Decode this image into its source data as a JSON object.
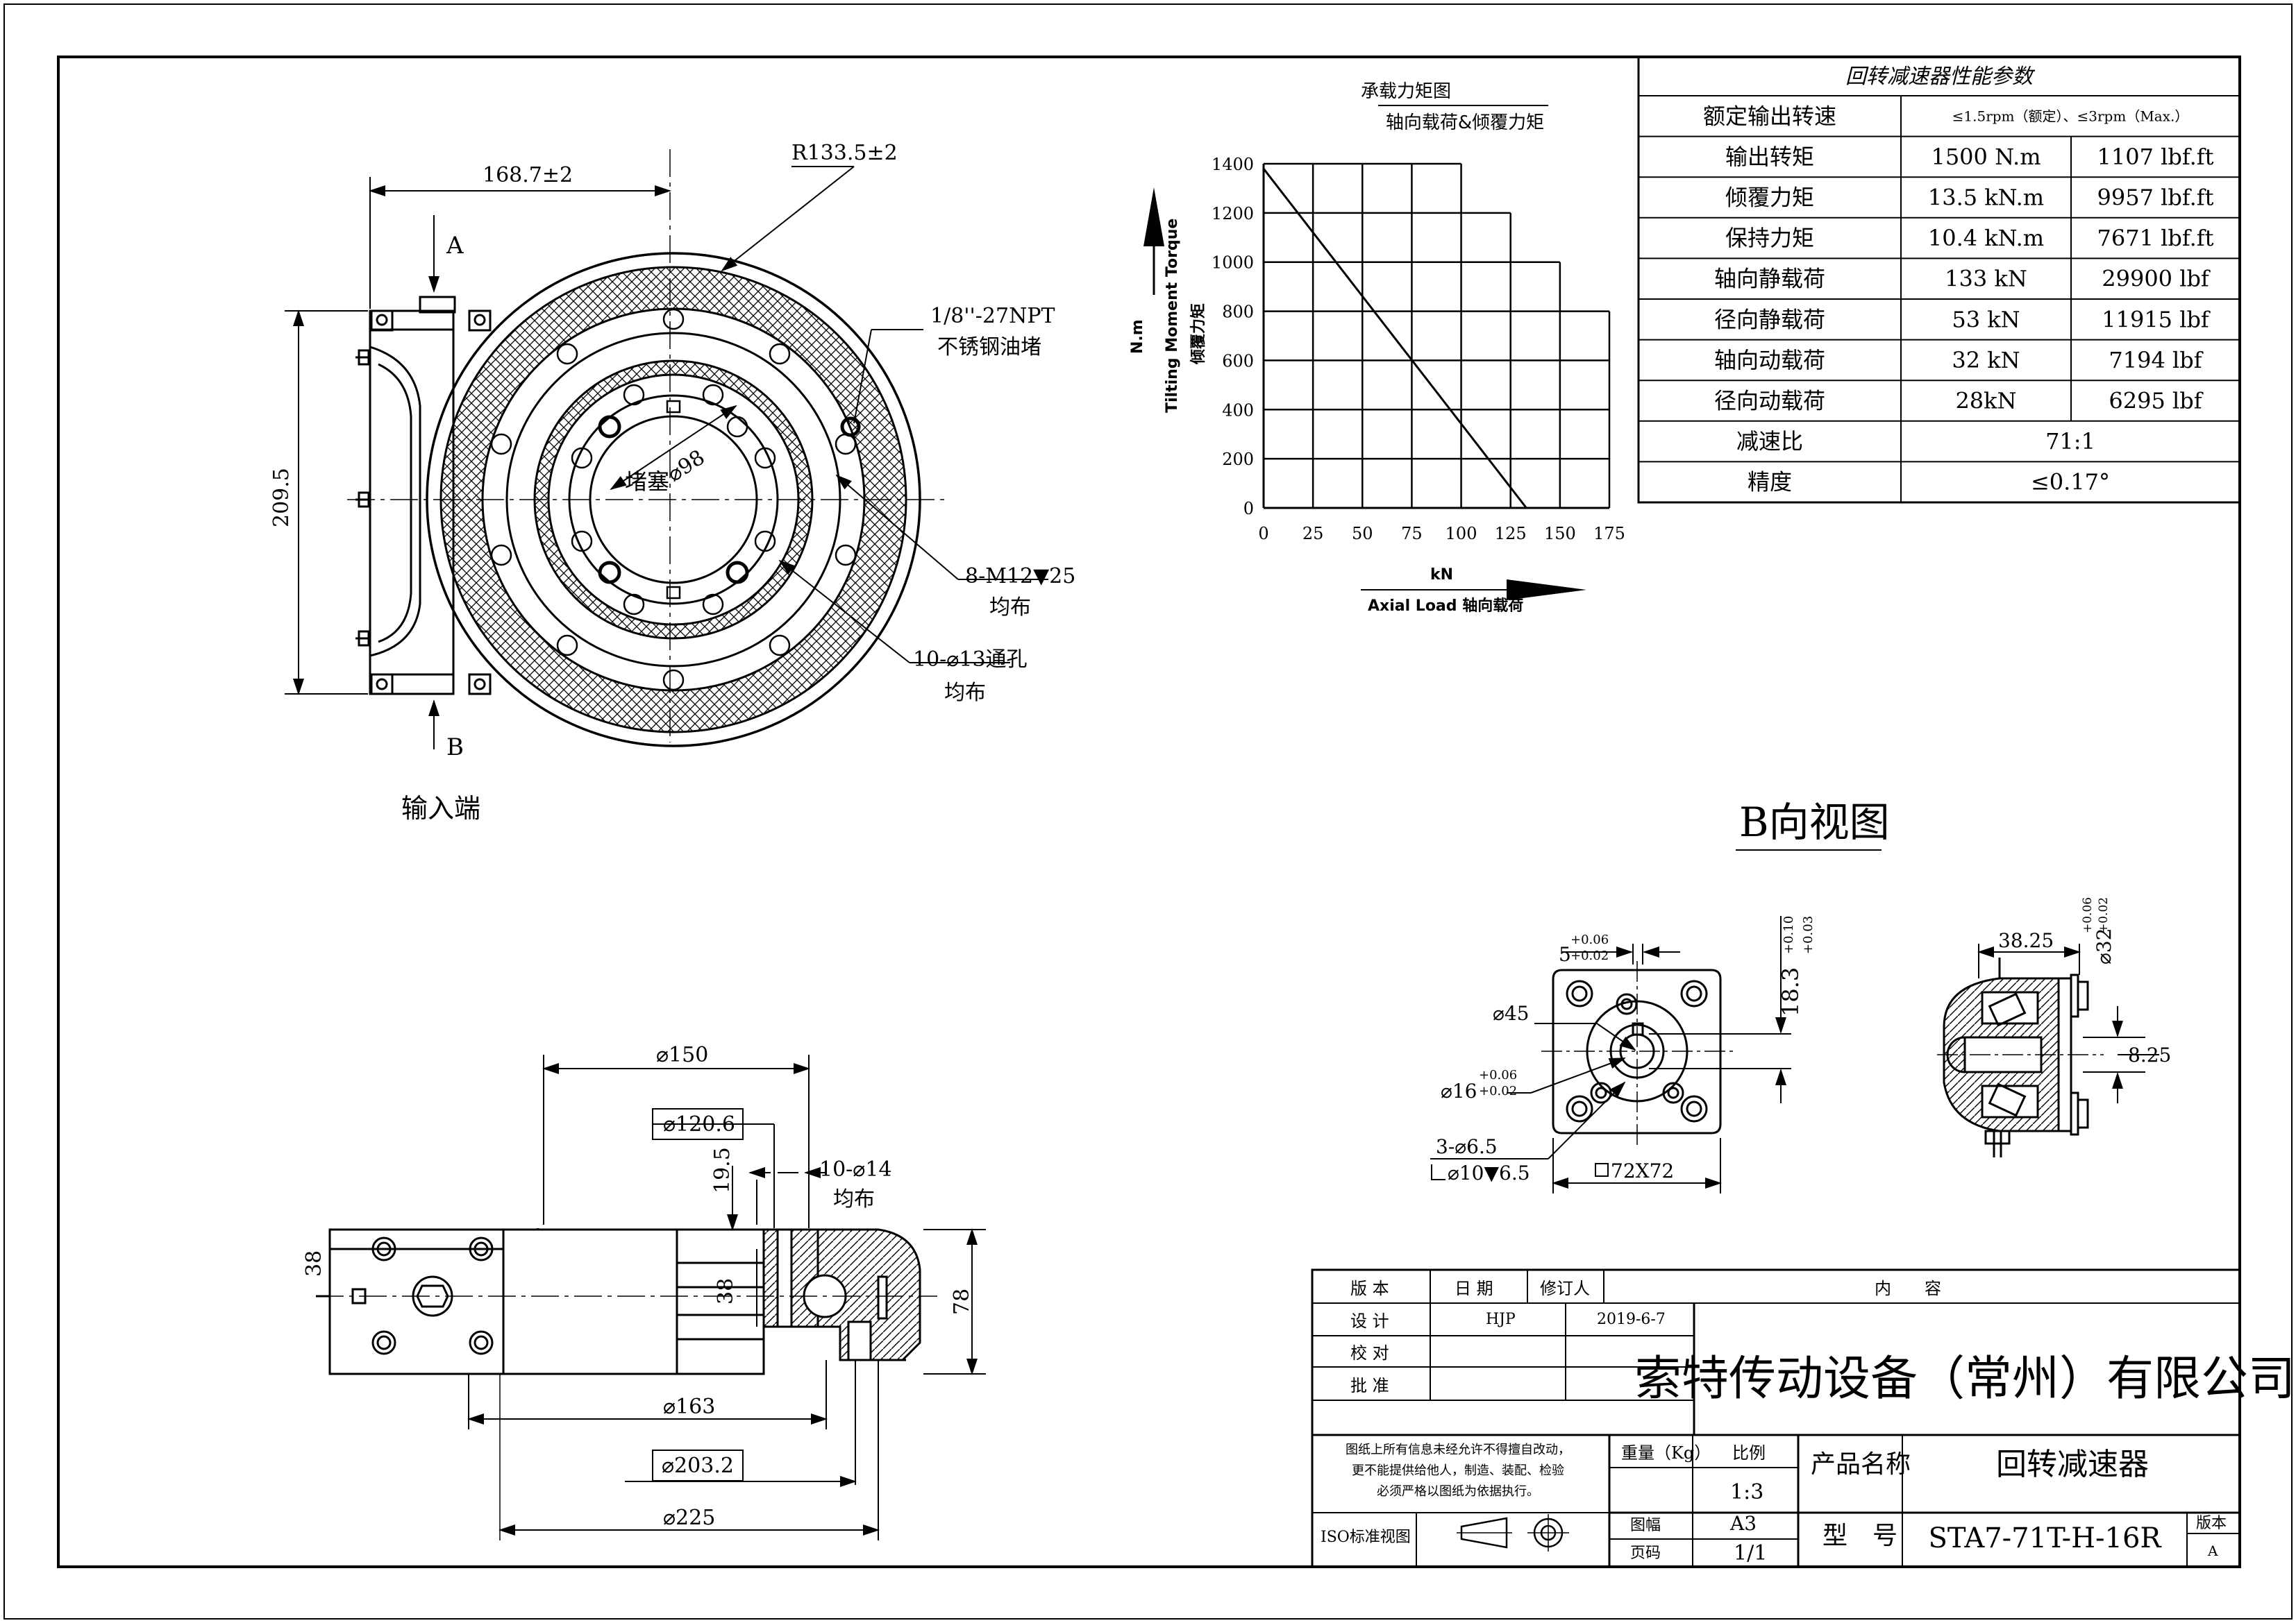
{
  "labels": {
    "dim_168_7": "168.7±2",
    "dim_r133_5": "R133.5±2",
    "dim_209_5": "209.5",
    "label_a": "A",
    "label_b": "B",
    "input_end": "输入端",
    "npt": "1/8''-27NPT",
    "plug_ss": "不锈钢油堵",
    "plug": "堵塞",
    "dia98": "⌀98",
    "m12": "8-M12▼25",
    "even1": "均布",
    "hole13": "10-⌀13通孔",
    "even2": "均布",
    "b_view": "B向视图",
    "d150": "⌀150",
    "d120_6": "⌀120.6",
    "d19_5": "19.5",
    "d14": "10-⌀14",
    "even3": "均布",
    "d38a": "38",
    "d38b": "38",
    "d78": "78",
    "d163": "⌀163",
    "d203_2": "⌀203.2",
    "d225": "⌀225",
    "b5tol1": "+0.06",
    "b5tol2": "+0.02",
    "b5": "5",
    "b45": "⌀45",
    "b16": "⌀16",
    "b16tol1": "+0.06",
    "b16tol2": "+0.02",
    "b3x65": "3-⌀6.5",
    "b10": "⌀10▼6.5",
    "b72": "72X72",
    "b18_3": "18.3",
    "b18tol1": "+0.10",
    "b18tol2": "+0.03",
    "s38_25": "38.25",
    "s32": "⌀32",
    "s32tol1": "+0.06",
    "s32tol2": "+0.02",
    "s8_25": "8.25"
  },
  "chart": {
    "title1": "承载力矩图",
    "title2": "轴向载荷&倾覆力矩",
    "ylabel_unit": "N.m",
    "ylabel_en": "Tilting Moment Torque",
    "ylabel_cn": "倾覆力矩",
    "xlabel_unit": "kN",
    "xlabel": "Axial Load 轴向载荷"
  },
  "chart_data": {
    "type": "line",
    "title": "承载力矩图",
    "subtitle": "轴向载荷&倾覆力矩",
    "xlabel": "kN  Axial Load 轴向载荷",
    "ylabel": "N.m  Tilting Moment Torque 倾覆力矩",
    "x_ticks": [
      "0",
      "25",
      "50",
      "75",
      "100",
      "125",
      "150",
      "175"
    ],
    "y_ticks": [
      "0",
      "200",
      "400",
      "600",
      "800",
      "1000",
      "1200",
      "1400"
    ],
    "xlim": [
      0,
      175
    ],
    "ylim": [
      0,
      1400
    ],
    "series": [
      {
        "x": [
          0,
          133
        ],
        "y": [
          1380,
          0
        ]
      }
    ],
    "grid_step_outline": [
      {
        "x": 100,
        "y": 1400
      },
      {
        "x": 125,
        "y": 1200
      },
      {
        "x": 150,
        "y": 1000
      },
      {
        "x": 175,
        "y": 800
      }
    ]
  },
  "params": {
    "title": "回转减速器性能参数",
    "rows": [
      {
        "name": "额定输出转速",
        "v1": "≤1.5rpm（额定）、≤3rpm（Max.）",
        "v2": ""
      },
      {
        "name": "输出转矩",
        "v1": "1500 N.m",
        "v2": "1107 lbf.ft"
      },
      {
        "name": "倾覆力矩",
        "v1": "13.5 kN.m",
        "v2": "9957 lbf.ft"
      },
      {
        "name": "保持力矩",
        "v1": "10.4 kN.m",
        "v2": "7671 lbf.ft"
      },
      {
        "name": "轴向静载荷",
        "v1": "133 kN",
        "v2": "29900 lbf"
      },
      {
        "name": "径向静载荷",
        "v1": "53 kN",
        "v2": "11915 lbf"
      },
      {
        "name": "轴向动载荷",
        "v1": "32 kN",
        "v2": "7194 lbf"
      },
      {
        "name": "径向动载荷",
        "v1": "28kN",
        "v2": "6295 lbf"
      },
      {
        "name": "减速比",
        "v1": "71:1",
        "v2": ""
      },
      {
        "name": "精度",
        "v1": "≤0.17°",
        "v2": ""
      }
    ]
  },
  "title_block": {
    "version_hdr": "版 本",
    "date_hdr": "日 期",
    "reviser_hdr": "修订人",
    "content_hdr": "内　　容",
    "design": "设 计",
    "designer": "HJP",
    "design_date": "2019-6-7",
    "check": "校 对",
    "approve": "批 准",
    "company": "索特传动设备（常州）有限公司",
    "notice": [
      "图纸上所有信息未经允许不得擅自改动，",
      "更不能提供给他人，制造、装配、检验",
      "必须严格以图纸为依据执行。"
    ],
    "iso_view": "ISO标准视图",
    "weight_hdr": "重量（Kg）",
    "scale_hdr": "比例",
    "scale": "1:3",
    "sheet_size_hdr": "图幅",
    "sheet_size": "A3",
    "page_hdr": "页码",
    "page": "1/1",
    "product_name_hdr": "产品名称",
    "product_name": "回转减速器",
    "model_hdr": "型　号",
    "model": "STA7-71T-H-16R",
    "rev_hdr": "版本",
    "rev": "A"
  }
}
